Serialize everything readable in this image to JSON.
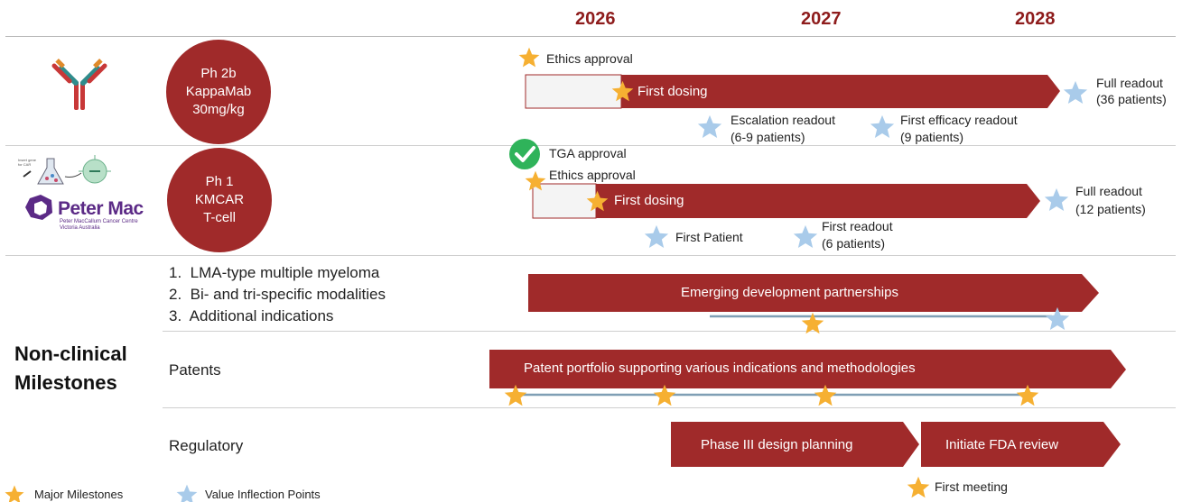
{
  "years": [
    "2026",
    "2027",
    "2028"
  ],
  "colors": {
    "bar": "#a02a2a",
    "year": "#8e1c1c",
    "major_star": "#f6b032",
    "value_star": "#a9cbea",
    "check": "#2fb35a",
    "timeline_line": "#7f9fb5"
  },
  "programs": [
    {
      "circle_lines": [
        "Ph 2b",
        "KappaMab",
        "30mg/kg"
      ],
      "icon": "antibody-icon",
      "ethics": "Ethics approval",
      "first_dosing": "First dosing",
      "escalation_1": "Escalation readout",
      "escalation_2": "(6-9 patients)",
      "efficacy_1": "First efficacy readout",
      "efficacy_2": "(9 patients)",
      "full_1": "Full readout",
      "full_2": "(36 patients)"
    },
    {
      "circle_lines": [
        "Ph 1",
        "KMCAR",
        "T-cell"
      ],
      "icon": "car-t-flask-icon",
      "logo": "Peter Mac",
      "logo_sub_1": "Peter MacCallum Cancer Centre",
      "logo_sub_2": "Victoria Australia",
      "insert_gene": "Insert gene for CAR",
      "tga": "TGA approval",
      "ethics": "Ethics approval",
      "first_dosing": "First dosing",
      "first_patient": "First Patient",
      "first_readout_1": "First readout",
      "first_readout_2": "(6 patients)",
      "full_1": "Full readout",
      "full_2": "(12 patients)"
    }
  ],
  "nonclinical": {
    "title_1": "Non-clinical",
    "title_2": "Milestones",
    "list": [
      "1.  LMA-type multiple myeloma",
      "2.  Bi- and tri-specific modalities",
      "3.  Additional indications"
    ],
    "partnerships": "Emerging development partnerships",
    "patents_label": "Patents",
    "patents_bar": "Patent portfolio supporting various indications and methodologies",
    "regulatory_label": "Regulatory",
    "phase3": "Phase III design planning",
    "fda": "Initiate FDA review",
    "first_meeting": "First meeting"
  },
  "legend": {
    "major": "Major Milestones",
    "value": "Value Inflection Points"
  }
}
